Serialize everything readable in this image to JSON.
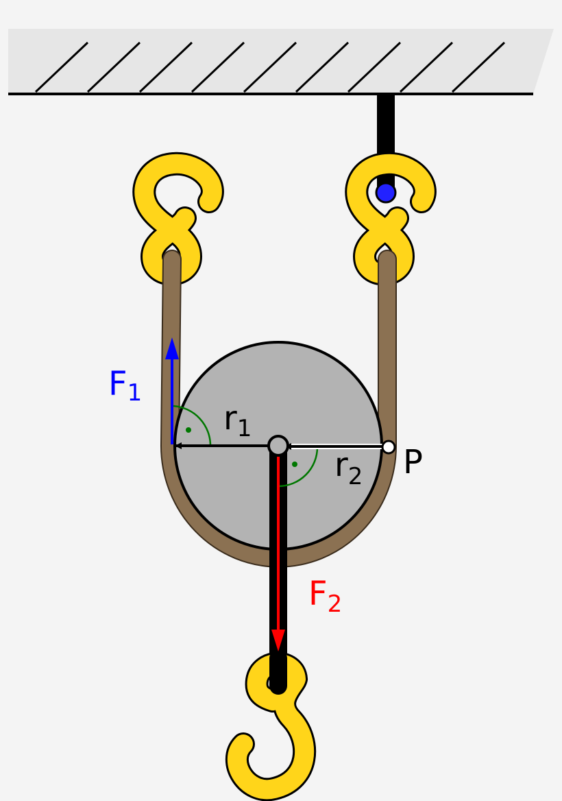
{
  "labels": {
    "f1": {
      "main": "F",
      "sub": "1"
    },
    "f2": {
      "main": "F",
      "sub": "2"
    },
    "r1": {
      "main": "r",
      "sub": "1"
    },
    "r2": {
      "main": "r",
      "sub": "2"
    },
    "p": "P"
  },
  "colors": {
    "ceiling_fill": "#e6e6e6",
    "hook_fill": "#ffd51a",
    "rope": "#8b7152",
    "pulley_fill": "#b3b3b3",
    "f1_arrow": "#0000ff",
    "f2_arrow": "#ff0000",
    "pin": "#2222ff",
    "right_angle_marker": "#007700"
  }
}
